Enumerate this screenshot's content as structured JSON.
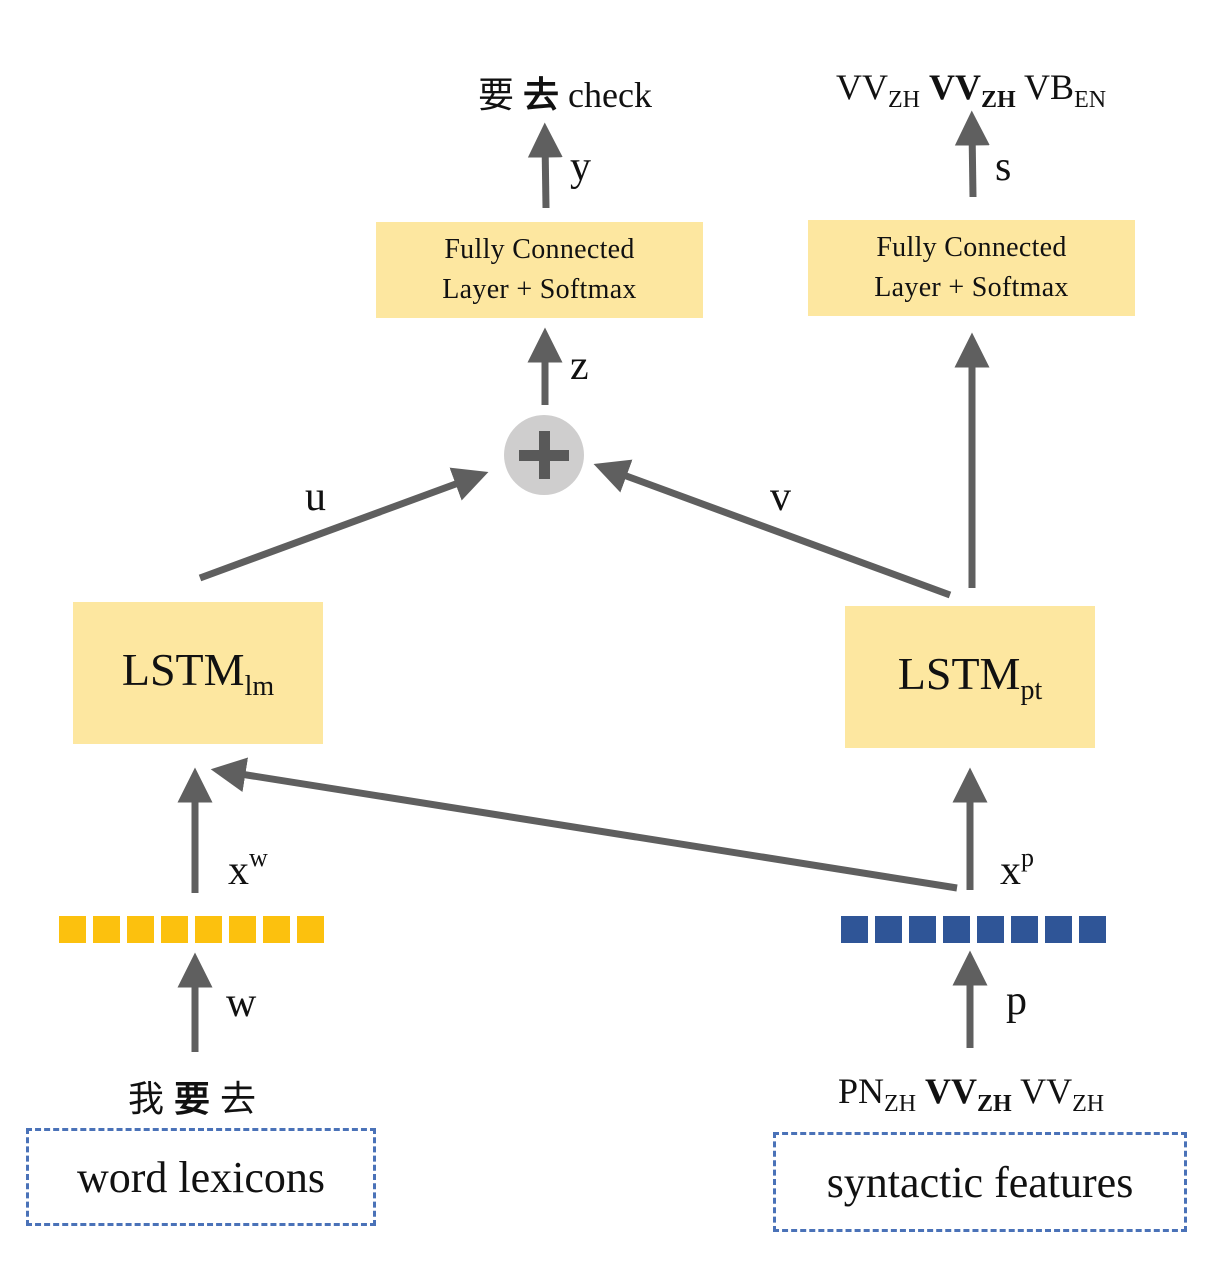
{
  "colors": {
    "box_fill": "#fde7a0",
    "arrow": "#5f5f5f",
    "word_cell": "#fcc10e",
    "pos_cell": "#2f5597",
    "dash": "#4a72b8",
    "plus_bg": "#cfcece"
  },
  "left": {
    "output": {
      "zh1": "要",
      "zh2_bold": "去",
      "en": "check"
    },
    "y_label": "y",
    "fc": {
      "line1": "Fully Connected",
      "line2": "Layer + Softmax"
    },
    "z_label": "z",
    "u_label": "u",
    "lstm": {
      "main": "LSTM",
      "sub": "lm"
    },
    "x_label": {
      "main": "x",
      "sup": "w"
    },
    "cells": 8,
    "w_label": "w",
    "input": {
      "zh1": "我",
      "zh2_bold": "要",
      "zh3": "去"
    },
    "source_box": "word lexicons"
  },
  "right": {
    "output": {
      "t1": "VV",
      "s1": "ZH",
      "t2": "VV",
      "s2": "ZH",
      "t3": "VB",
      "s3": "EN"
    },
    "s_label": "s",
    "fc": {
      "line1": "Fully Connected",
      "line2": "Layer + Softmax"
    },
    "v_label": "v",
    "lstm": {
      "main": "LSTM",
      "sub": "pt"
    },
    "x_label": {
      "main": "x",
      "sup": "p"
    },
    "cells": 8,
    "p_label": "p",
    "input": {
      "t1": "PN",
      "s1": "ZH",
      "t2": "VV",
      "s2": "ZH",
      "t3": "VV",
      "s3": "ZH"
    },
    "source_box": "syntactic features"
  },
  "combine": {
    "symbol": "plus-icon"
  }
}
